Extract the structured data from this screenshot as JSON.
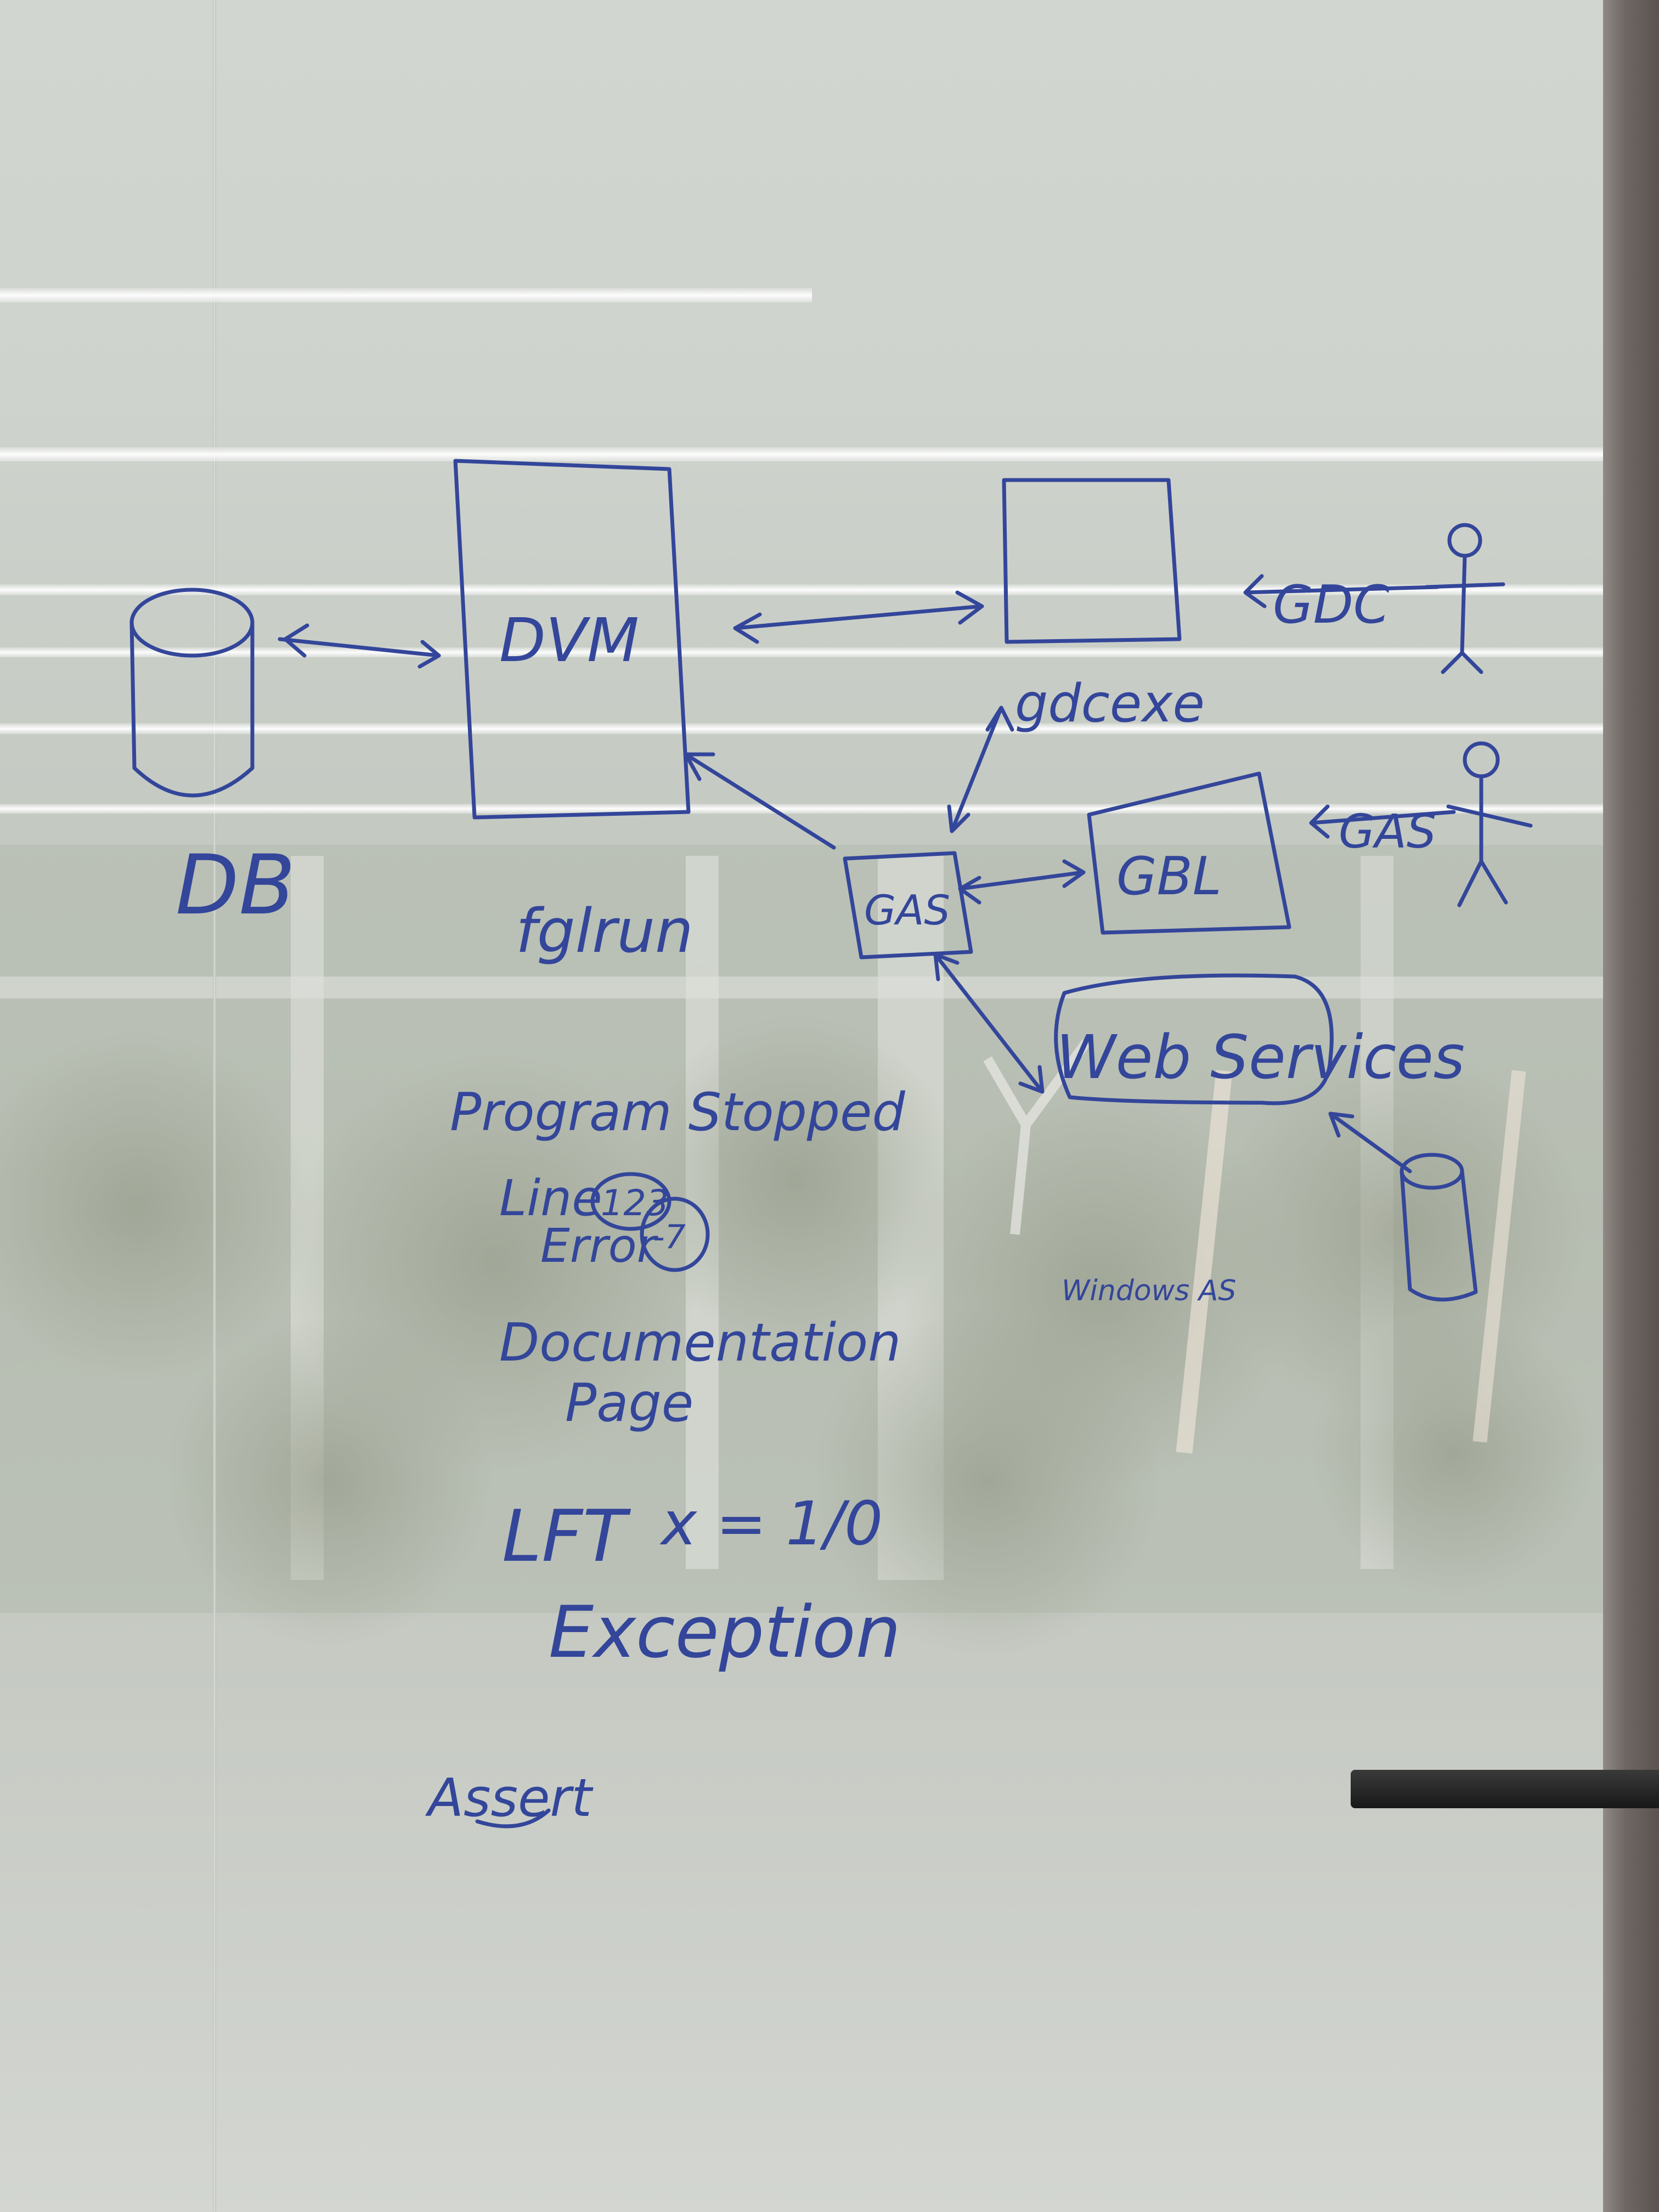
{
  "whiteboard": {
    "labels": {
      "db": "DB",
      "dvm": "DVM",
      "gdc_actor": "GDC",
      "gdcexe": "gdcexe",
      "gas_actor": "GAS",
      "gbl": "GBL",
      "gas": "GAS",
      "fglrun": "fglrun",
      "web_services": "Web Services",
      "windows": "Windows AS"
    },
    "notes": {
      "program_stopped": "Program Stopped",
      "line": "Line",
      "line_num": "123",
      "error": "Error",
      "error_num": "-7",
      "documentation": "Documentation",
      "page": "Page",
      "lft": "LFT",
      "equation": "x = 1/0",
      "exception": "Exception",
      "assert": "Assert"
    }
  },
  "colors": {
    "ink": "#33469a",
    "glass": "#cfd3cd"
  }
}
